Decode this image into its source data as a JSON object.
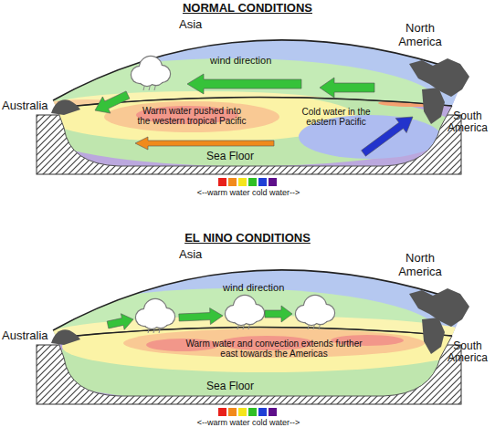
{
  "diagram": {
    "labels": [
      "NORMAL CONDITIONS",
      "Asia",
      "North America",
      "wind direction",
      "Australia",
      "Warm water pushed into the western tropical Pacific",
      "Cold water in the eastern Pacific",
      "South America",
      "Sea Floor",
      "<--warm water cold water-->",
      "EL NINO CONDITIONS",
      "Asia",
      "North America",
      "wind direction",
      "Australia",
      "Warm water and convection extends further east towards the Americas",
      "South America",
      "Sea Floor",
      "<--warm water cold water-->"
    ]
  }
}
